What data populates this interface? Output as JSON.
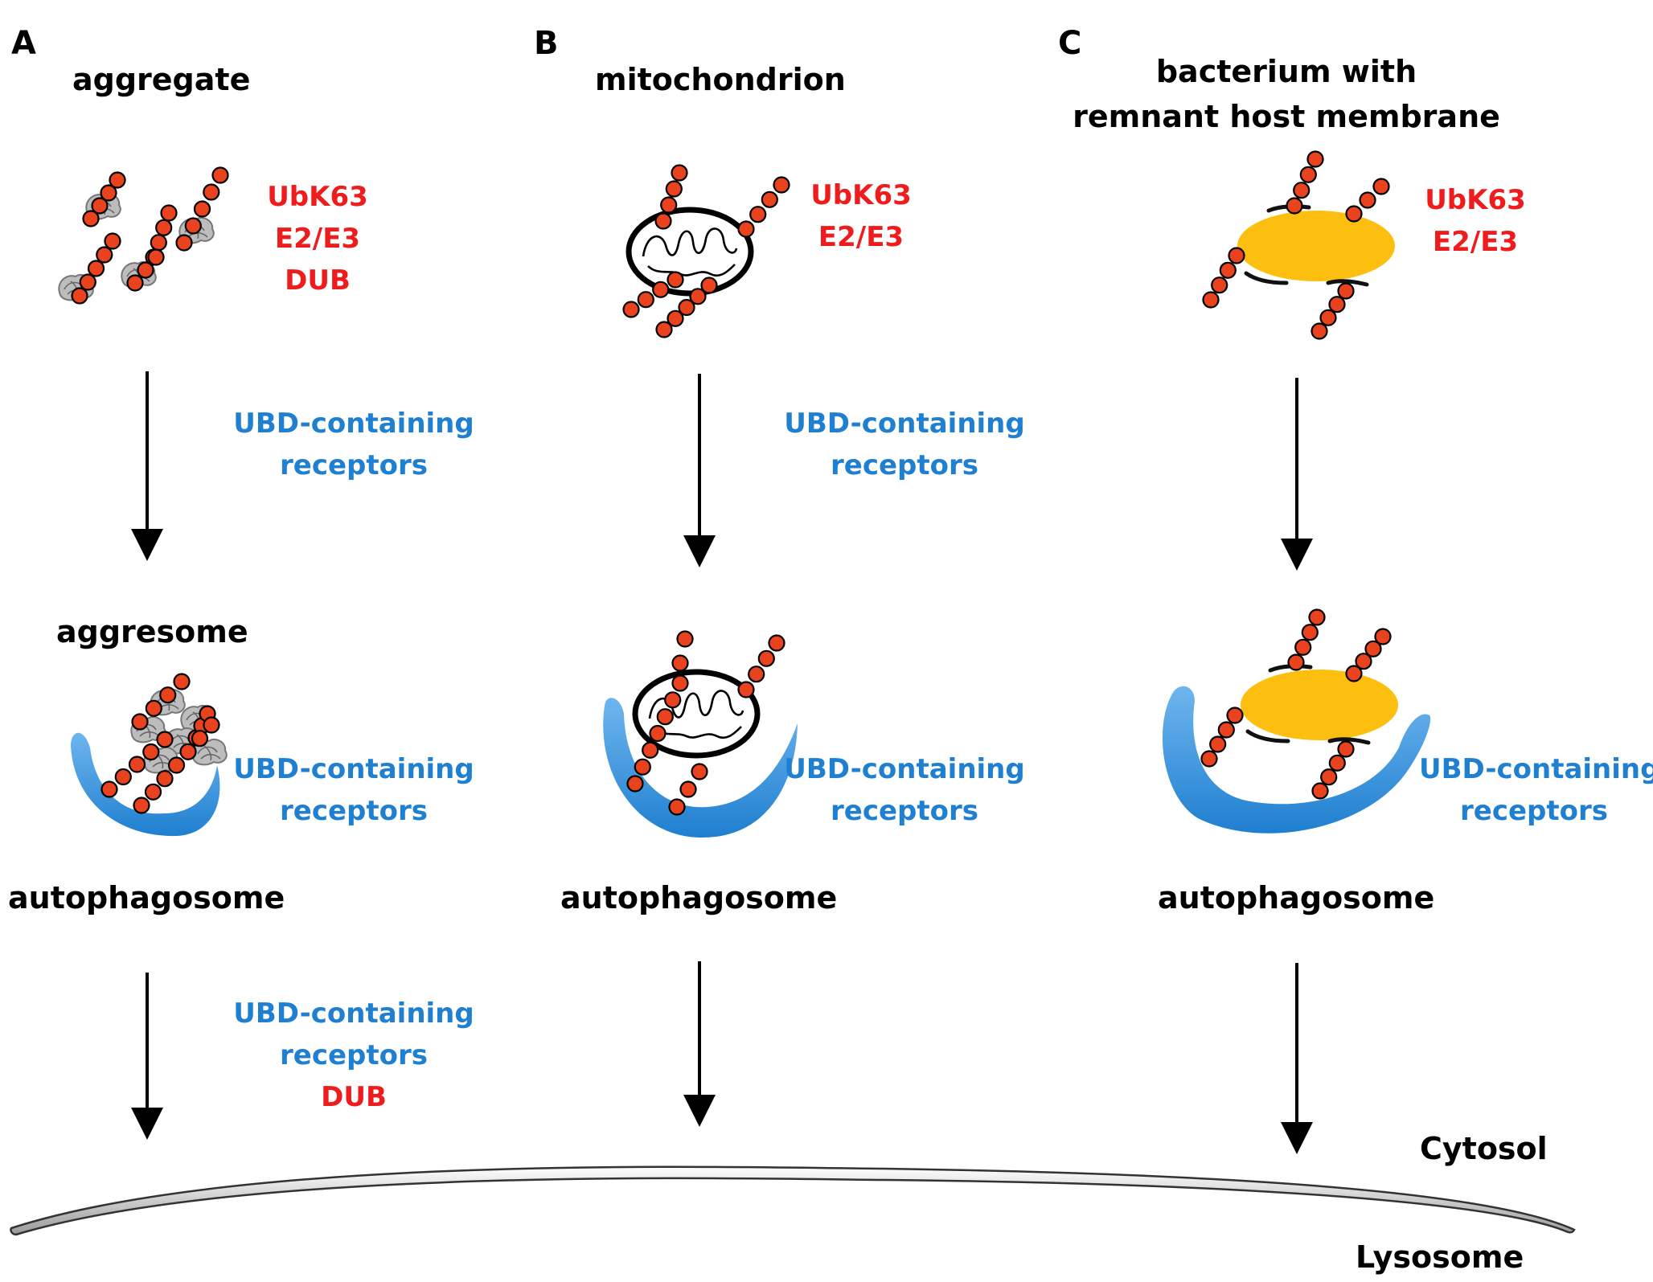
{
  "panels": {
    "A": {
      "letter": "A",
      "top_label": "aggregate",
      "middle_label": "aggresome",
      "bottom_label": "autophagosome",
      "markers": [
        "UbK63",
        "E2/E3",
        "DUB"
      ],
      "receptors_1": [
        "UBD-containing",
        "receptors"
      ],
      "receptors_2": [
        "UBD-containing",
        "receptors"
      ],
      "receptors_3": [
        "UBD-containing",
        "receptors"
      ],
      "receptors_3_extra": "DUB"
    },
    "B": {
      "letter": "B",
      "top_label": "mitochondrion",
      "bottom_label": "autophagosome",
      "markers": [
        "UbK63",
        "E2/E3"
      ],
      "receptors_1": [
        "UBD-containing",
        "receptors"
      ],
      "receptors_2": [
        "UBD-containing",
        "receptors"
      ]
    },
    "C": {
      "letter": "C",
      "top_label_line1": "bacterium with",
      "top_label_line2": "remnant host membrane",
      "bottom_label": "autophagosome",
      "markers": [
        "UbK63",
        "E2/E3"
      ],
      "receptors_2": [
        "UBD-containing",
        "receptors"
      ]
    }
  },
  "compartments": {
    "cytosol": "Cytosol",
    "lysosome": "Lysosome"
  },
  "colors": {
    "ubiquitin": "#e8421e",
    "membrane_blue": "#2a8fdc",
    "bacterium": "#fdbf0f",
    "text_red": "#ee1c1c",
    "text_blue": "#1f7fd0"
  }
}
